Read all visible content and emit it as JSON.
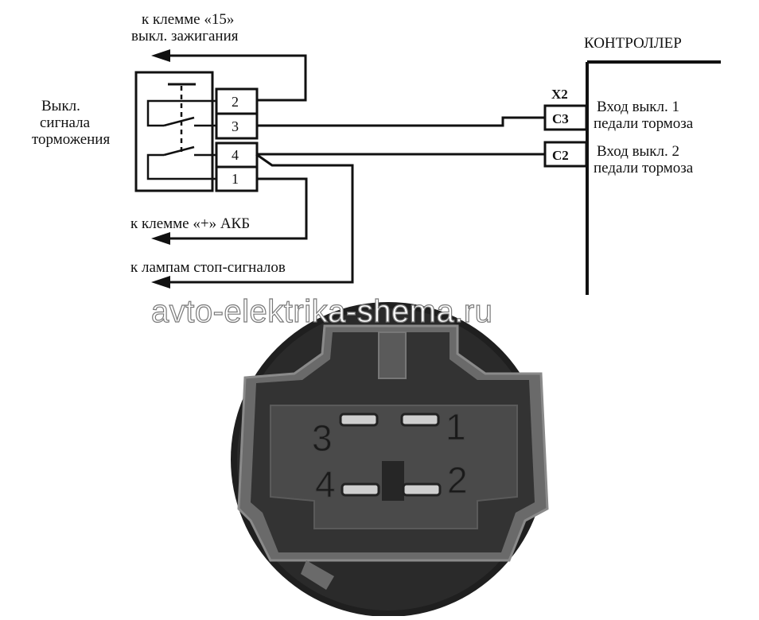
{
  "diagram": {
    "top_label_line1": "к клемме «15»",
    "top_label_line2": "выкл. зажигания",
    "controller_label": "КОНТРОЛЛЕР",
    "connector_label": "X2",
    "switch_label_line1": "Выкл.",
    "switch_label_line2": "сигнала",
    "switch_label_line3": "торможения",
    "pins": [
      "2",
      "3",
      "4",
      "1"
    ],
    "contact_c3": "C3",
    "contact_c2": "C2",
    "input1_line1": "Вход выкл. 1",
    "input1_line2": "педали тормоза",
    "input2_line1": "Вход выкл. 2",
    "input2_line2": "педали тормоза",
    "battery_label": "к клемме «+» АКБ",
    "lamps_label": "к лампам стоп-сигналов"
  },
  "watermark": "avto-elektrika-shema.ru",
  "photo": {
    "pin_numbers": [
      "3",
      "1",
      "4",
      "2"
    ]
  },
  "colors": {
    "line": "#111111",
    "connector_body": "#3a3a3a",
    "connector_dark": "#1c1c1c"
  }
}
